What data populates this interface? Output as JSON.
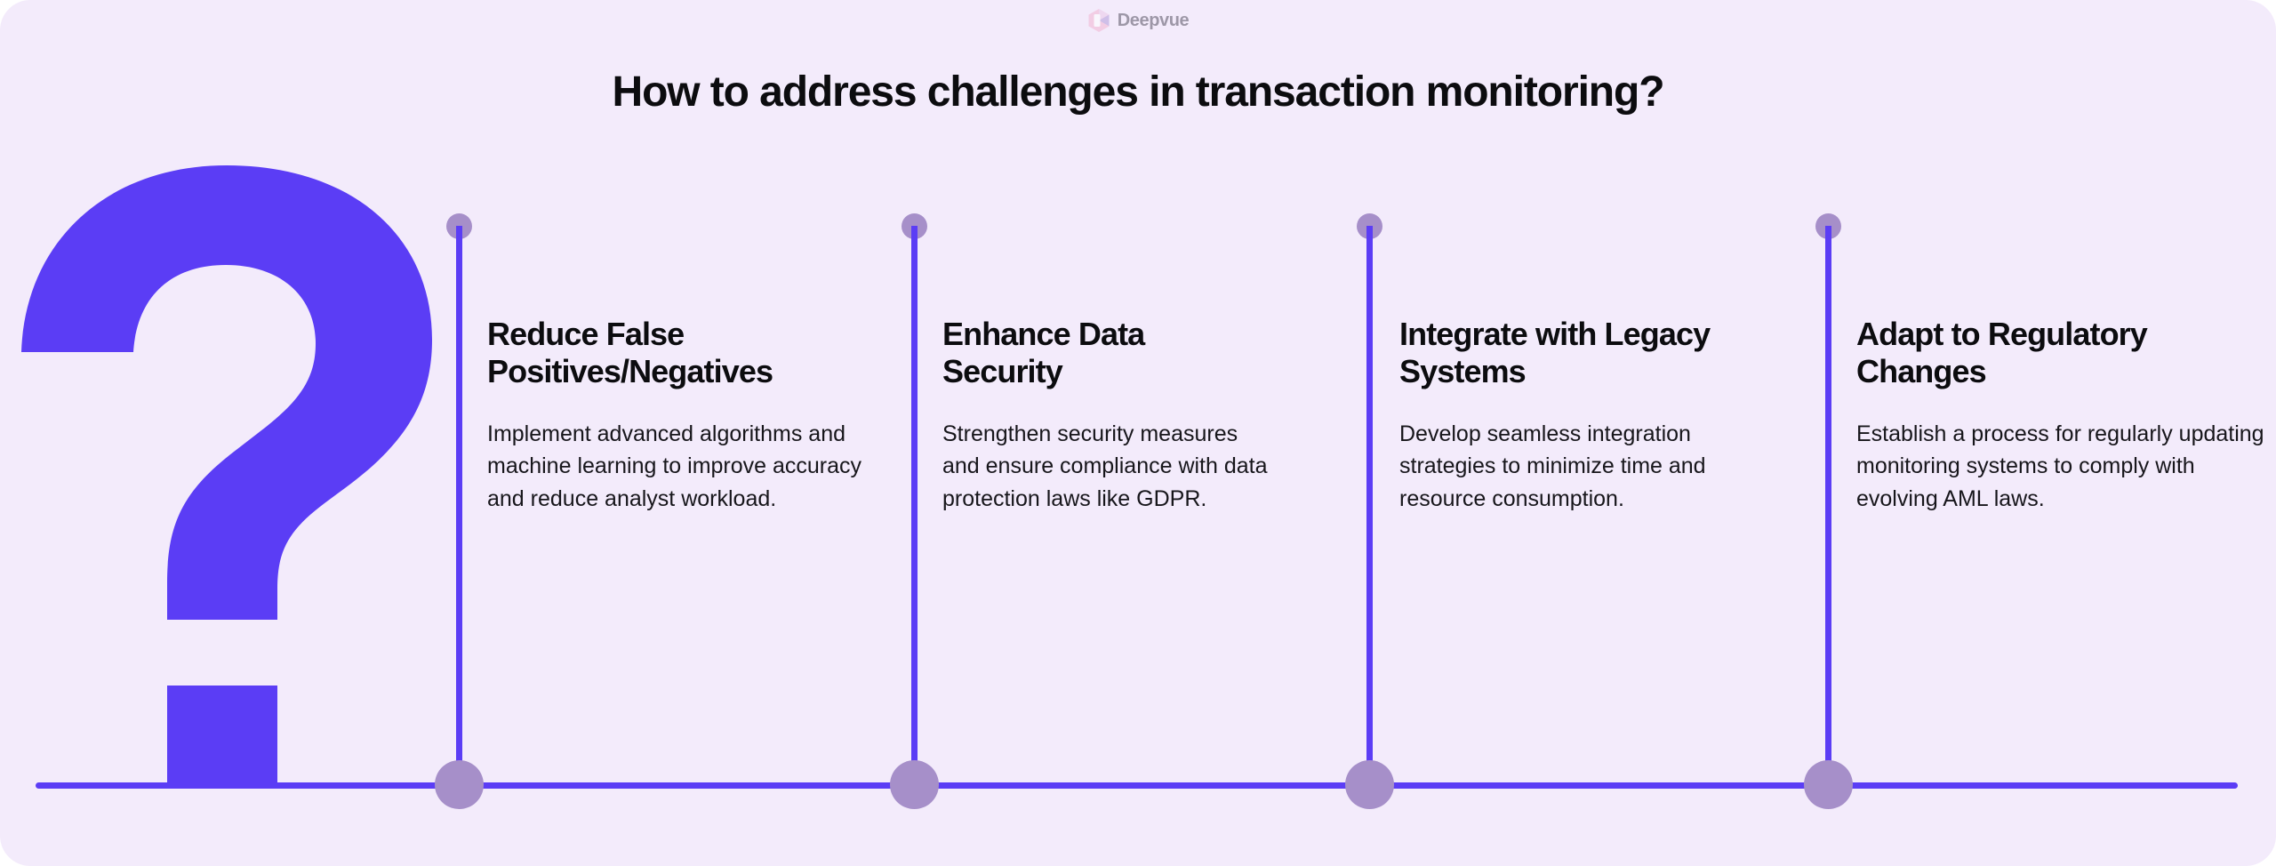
{
  "brand": {
    "name": "Deepvue",
    "logo_icon": "deepvue-hex-logo-icon",
    "logo_colors": [
      "#F0A9C8",
      "#E9C7E6",
      "#B39CD9",
      "#FFFFFF"
    ],
    "text_color": "#575463"
  },
  "header": {
    "title": "How to address challenges in transaction monitoring?"
  },
  "decor": {
    "question_mark_glyph": "?",
    "question_mark_color": "#5B3DF5"
  },
  "theme": {
    "card_background": "#F3EBFB",
    "accent": "#5B3DF5",
    "node_color": "#A68FC9",
    "heading_color": "#0C0C0F",
    "body_color": "#17161B"
  },
  "timeline": {
    "rail_color": "#5B3DF5",
    "nodes": [
      {
        "name": "node-1",
        "top_dot": true,
        "bottom_dot": true
      },
      {
        "name": "node-2",
        "top_dot": true,
        "bottom_dot": true
      },
      {
        "name": "node-3",
        "top_dot": true,
        "bottom_dot": true
      },
      {
        "name": "node-4",
        "top_dot": true,
        "bottom_dot": true
      }
    ]
  },
  "columns": [
    {
      "id": "reduce-false-positives-negatives",
      "heading": "Reduce False Positives/Negatives",
      "body": "Implement advanced algorithms and machine learning to improve accuracy and reduce analyst workload."
    },
    {
      "id": "enhance-data-security",
      "heading": "Enhance Data Security",
      "body": "Strengthen security measures and ensure compliance with data protection laws like GDPR."
    },
    {
      "id": "integrate-with-legacy-systems",
      "heading": "Integrate with Legacy Systems",
      "body": "Develop seamless integration strategies to minimize time and resource consumption."
    },
    {
      "id": "adapt-to-regulatory-changes",
      "heading": "Adapt to Regulatory Changes",
      "body": "Establish a process for regularly updating monitoring systems to comply with evolving AML laws."
    }
  ]
}
